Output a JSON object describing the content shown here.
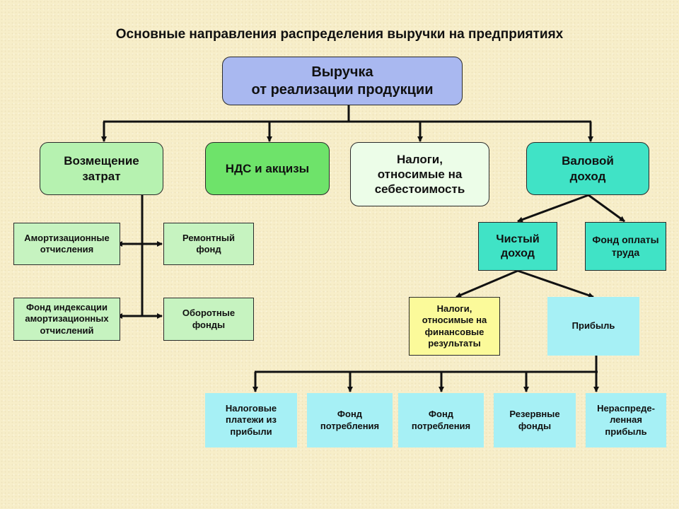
{
  "title": "Основные направления распределения выручки на предприятиях",
  "nodes": {
    "revenue": "Выручка\nот реализации продукции",
    "cost_recovery": "Возмещение\nзатрат",
    "vat_excise": "НДС и акцизы",
    "taxes_cost": "Налоги,\nотносимые на\nсебестоимость",
    "gross_income": "Валовой\nдоход",
    "depreciation": "Амортизационные\nотчисления",
    "repair_fund": "Ремонтный\nфонд",
    "indexation_fund": "Фонд индексации\nамортизационных\nотчислений",
    "working_funds": "Оборотные\nфонды",
    "net_income": "Чистый\nдоход",
    "payroll_fund": "Фонд оплаты\nтруда",
    "taxes_financial": "Налоги,\nотносимые на\nфинансовые\nрезультаты",
    "profit": "Прибыль",
    "tax_payments": "Налоговые\nплатежи из\nприбыли",
    "consumption_fund_1": "Фонд\nпотребления",
    "consumption_fund_2": "Фонд\nпотребления",
    "reserve_funds": "Резервные\nфонды",
    "retained_profit": "Нераспреде-\nленная\nприбыль"
  }
}
